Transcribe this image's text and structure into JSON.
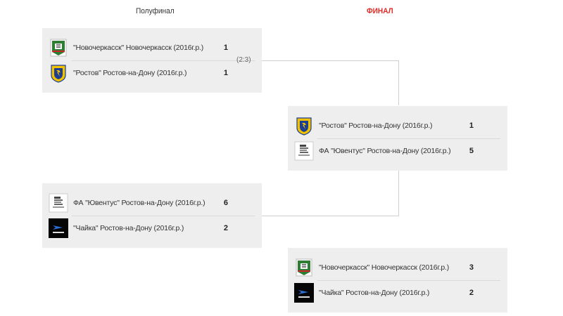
{
  "rounds": {
    "semifinal": "Полуфинал",
    "final": "ФИНАЛ"
  },
  "colors": {
    "final_title": "#e02b27",
    "match_bg": "#eeeeee",
    "connector": "#cfcfcf"
  },
  "matches": [
    {
      "round": "semifinal",
      "aggregate": "(2:3)",
      "teams": [
        {
          "name": "\"Новочеркасск\" Новочеркасск (2016г.р.)",
          "score": "1",
          "logo_icon": "novocherkassk-crest-icon"
        },
        {
          "name": "\"Ростов\" Ростов-на-Дону (2016г.р.)",
          "score": "1",
          "logo_icon": "rostov-crest-icon"
        }
      ]
    },
    {
      "round": "semifinal",
      "aggregate": "",
      "teams": [
        {
          "name": "ФА \"Ювентус\" Ростов-на-Дону (2016г.р.)",
          "score": "6",
          "logo_icon": "juventus-academy-logo-icon"
        },
        {
          "name": "\"Чайка\" Ростов-на-Дону (2016г.р.)",
          "score": "2",
          "logo_icon": "chayka-logo-icon"
        }
      ]
    },
    {
      "round": "final",
      "aggregate": "",
      "teams": [
        {
          "name": "\"Ростов\" Ростов-на-Дону (2016г.р.)",
          "score": "1",
          "logo_icon": "rostov-crest-icon"
        },
        {
          "name": "ФА \"Ювентус\" Ростов-на-Дону (2016г.р.)",
          "score": "5",
          "logo_icon": "juventus-academy-logo-icon"
        }
      ]
    },
    {
      "round": "third_place",
      "aggregate": "",
      "teams": [
        {
          "name": "\"Новочеркасск\" Новочеркасск (2016г.р.)",
          "score": "3",
          "logo_icon": "novocherkassk-crest-icon"
        },
        {
          "name": "\"Чайка\" Ростов-на-Дону (2016г.р.)",
          "score": "2",
          "logo_icon": "chayka-logo-icon"
        }
      ]
    }
  ]
}
